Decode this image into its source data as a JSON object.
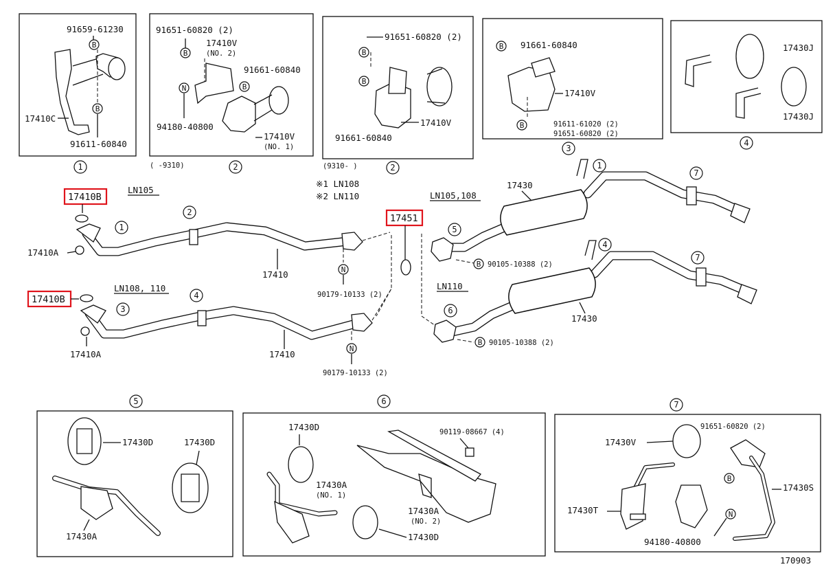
{
  "page_id": "170903",
  "labels": {
    "models_top": "LN105",
    "models_mid": "LN108, 110",
    "models_right": "LN105,108",
    "models_ln110": "LN110",
    "variant1": "※1 LN108",
    "variant2": "※2 LN110",
    "range_a": "(      -9310)",
    "range_b": "(9310-      )"
  },
  "callouts": [
    "1",
    "2",
    "2",
    "3",
    "4",
    "1",
    "2",
    "3",
    "4",
    "1",
    "5",
    "6",
    "7",
    "7",
    "4",
    "5",
    "6",
    "7"
  ],
  "parts": {
    "p_91659_61230": "91659-61230",
    "p_17410C": "17410C",
    "p_91611_60840": "91611-60840",
    "p_91651_60820_2a": "91651-60820 (2)",
    "p_17410V_no2": "17410V",
    "p_no2_a": "(NO. 2)",
    "p_91661_60840_a": "91661-60840",
    "p_94180_40800_a": "94180-40800",
    "p_17410V_no1": "17410V",
    "p_no1_a": "(NO. 1)",
    "p_91651_60820_2b": "91651-60820 (2)",
    "p_17410V_b": "17410V",
    "p_91661_60840_b": "91661-60840",
    "p_91661_60840_c": "91661-60840",
    "p_17410V_c": "17410V",
    "p_91611_61020": "91611-61020 (2)",
    "p_91651_60820_2c": "91651-60820 (2)",
    "p_17430J_a": "17430J",
    "p_17430J_b": "17430J",
    "p_17410B_a": "17410B",
    "p_17410A_a": "17410A",
    "p_17410_a": "17410",
    "p_90179_a": "90179-10133 (2)",
    "p_17451": "17451",
    "p_17430_a": "17430",
    "p_90105_a": "90105-10388 (2)",
    "p_17410B_b": "17410B",
    "p_17410A_b": "17410A",
    "p_17410_b": "17410",
    "p_90179_b": "90179-10133 (2)",
    "p_17430_b": "17430",
    "p_90105_b": "90105-10388 (2)",
    "p_17430D_a": "17430D",
    "p_17430D_b": "17430D",
    "p_17430A_a": "17430A",
    "p_17430D_c": "17430D",
    "p_17430A_no1": "17430A",
    "p_no1_b": "(NO. 1)",
    "p_90119": "90119-08667 (4)",
    "p_17430A_no2": "17430A",
    "p_no2_b": "(NO. 2)",
    "p_17430D_d": "17430D",
    "p_17430V": "17430V",
    "p_91651_60820_2d": "91651-60820 (2)",
    "p_17430S": "17430S",
    "p_17430T": "17430T",
    "p_94180_40800_b": "94180-40800"
  },
  "highlight_color": "#e0141c"
}
